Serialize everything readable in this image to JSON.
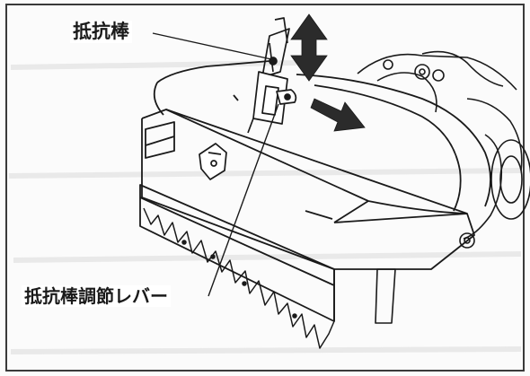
{
  "diagram": {
    "labels": {
      "resist_rod": "抵抗棒",
      "adjust_lever": "抵抗棒調節レバー"
    },
    "colors": {
      "line": "#1a1a1a",
      "arrow": "#2b2b2b",
      "background": "#fbfbfb",
      "scan_noise": "#d9d9d9"
    },
    "icons": {
      "vertical_arrow": "double-headed-arrow-vertical",
      "horizontal_arrow": "arrow-right"
    }
  }
}
